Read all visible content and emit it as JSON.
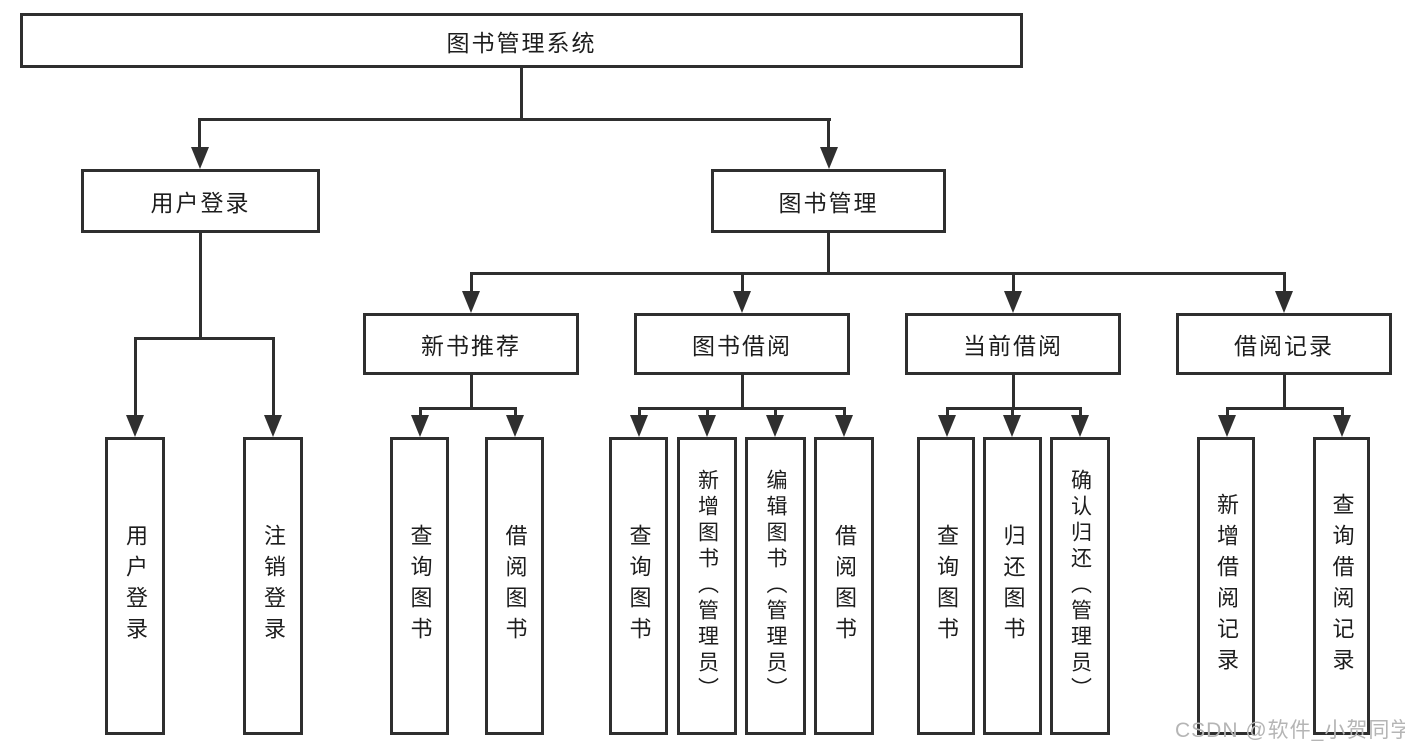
{
  "diagram": {
    "root": {
      "label": "图书管理系统"
    },
    "level1": [
      {
        "label": "用户登录"
      },
      {
        "label": "图书管理"
      }
    ],
    "level2": [
      {
        "label": "新书推荐"
      },
      {
        "label": "图书借阅"
      },
      {
        "label": "当前借阅"
      },
      {
        "label": "借阅记录"
      }
    ],
    "leaves": {
      "user_login": [
        {
          "label": "用户登录"
        },
        {
          "label": "注销登录"
        }
      ],
      "new_book_recommend": [
        {
          "label": "查询图书"
        },
        {
          "label": "借阅图书"
        }
      ],
      "book_borrow": [
        {
          "label": "查询图书"
        },
        {
          "label": "新增图书（管理员）"
        },
        {
          "label": "编辑图书（管理员）"
        },
        {
          "label": "借阅图书"
        }
      ],
      "current_borrow": [
        {
          "label": "查询图书"
        },
        {
          "label": "归还图书"
        },
        {
          "label": "确认归还（管理员）"
        }
      ],
      "borrow_record": [
        {
          "label": "新增借阅记录"
        },
        {
          "label": "查询借阅记录"
        }
      ]
    }
  },
  "watermark": {
    "text": "CSDN @软件_小贺同学"
  },
  "colors": {
    "line": "#2f2f2f",
    "text": "#1d1d1d",
    "background": "#ffffff",
    "watermark": "#b5b5b5"
  }
}
